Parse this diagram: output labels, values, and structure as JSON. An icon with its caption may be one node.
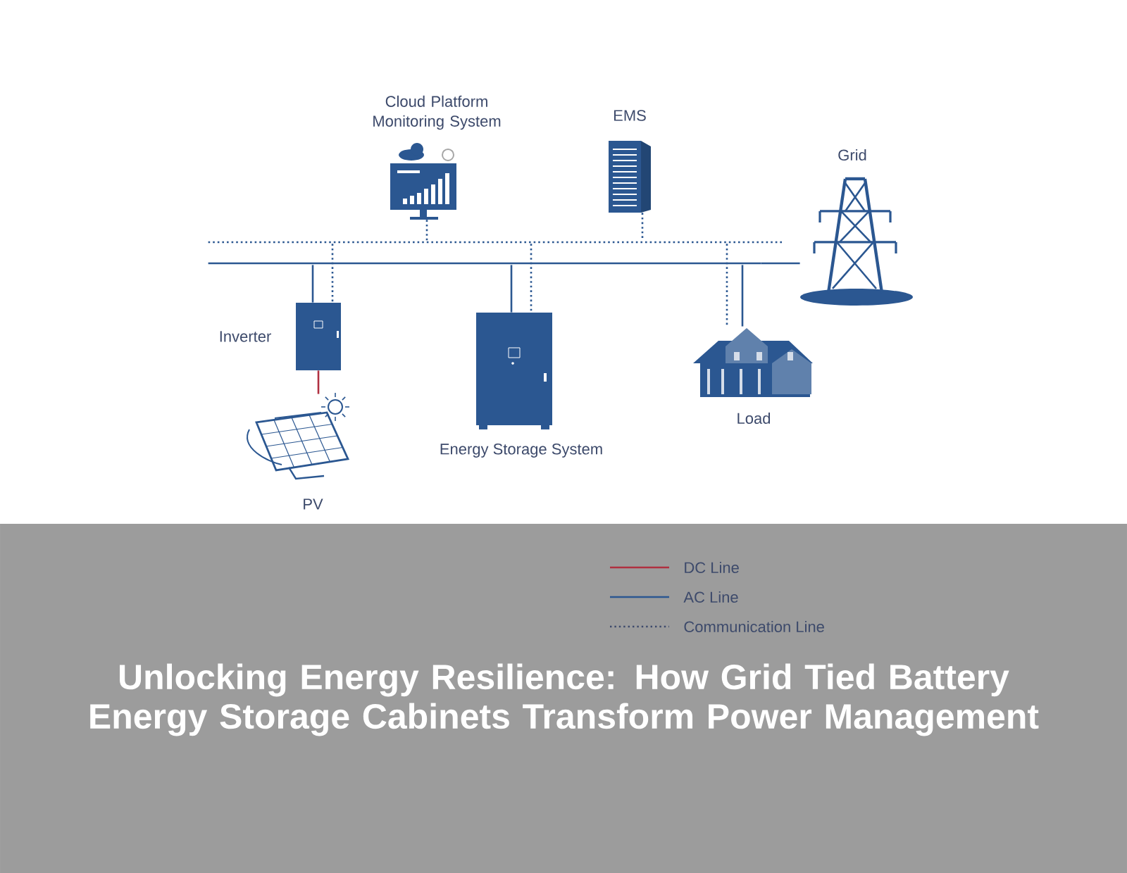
{
  "diagram": {
    "title": "Unlocking Energy Resilience: How Grid Tied Battery Energy Storage Cabinets Transform Power Management",
    "nodes": [
      {
        "text": [
          "Cloud Platform Monitoring System"
        ]
      },
      {
        "text": [
          "EMS"
        ]
      },
      {
        "text": [
          "Grid"
        ]
      },
      {
        "text": [],
        "shape": "line"
      },
      {
        "text": [],
        "shape": "line"
      },
      {
        "text": [
          "Inverter"
        ]
      },
      {
        "text": [
          "Energy Storage System"
        ]
      },
      {
        "text": [
          "Load"
        ]
      },
      {
        "text": [
          "PV"
        ]
      }
    ],
    "edges": [
      {
        "from": 0,
        "to": 3,
        "arrow": "none",
        "style": "dashed"
      },
      {
        "from": 1,
        "to": 3,
        "arrow": "none",
        "style": "dashed"
      },
      {
        "from": 3,
        "to": 5,
        "arrow": "none",
        "style": "dashed"
      },
      {
        "from": 3,
        "to": 6,
        "arrow": "none",
        "style": "dashed"
      },
      {
        "from": 3,
        "to": 7,
        "arrow": "none",
        "style": "dashed"
      },
      {
        "from": 4,
        "to": 5,
        "arrow": "none"
      },
      {
        "from": 4,
        "to": 6,
        "arrow": "none"
      },
      {
        "from": 4,
        "to": 7,
        "arrow": "none"
      },
      {
        "from": 4,
        "to": 2,
        "arrow": "none"
      },
      {
        "from": 5,
        "to": 8,
        "arrow": "none",
        "color": "#b03040"
      }
    ],
    "legend": [
      {
        "text": "DC Line"
      },
      {
        "text": "AC Line"
      },
      {
        "text": "Communication Line"
      }
    ]
  }
}
